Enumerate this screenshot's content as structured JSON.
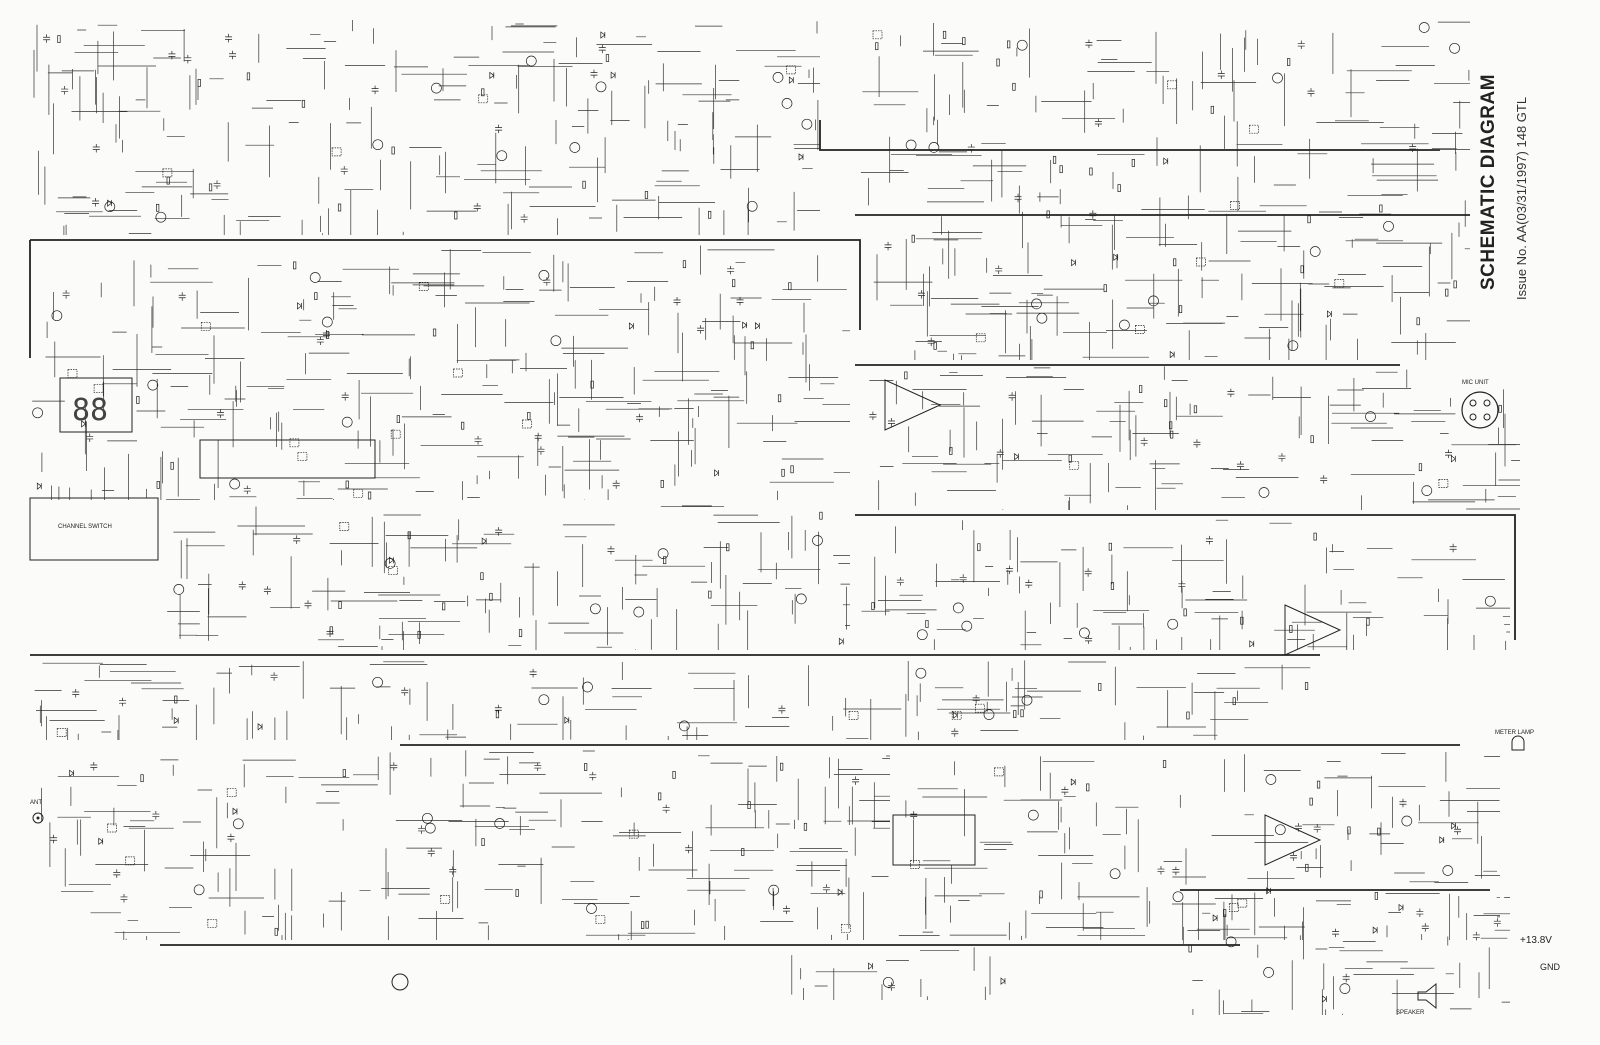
{
  "title": "SCHEMATIC DIAGRAM",
  "issue": "Issue No. AA(03/31/1997) 148 GTL",
  "labels": {
    "supply": "+13.8V",
    "ground": "GND",
    "meter_lamp": "METER LAMP",
    "mic_unit": "MIC UNIT",
    "channel_switch": "CHANNEL SWITCH",
    "speaker": "SPEAKER",
    "ant": "ANT"
  }
}
